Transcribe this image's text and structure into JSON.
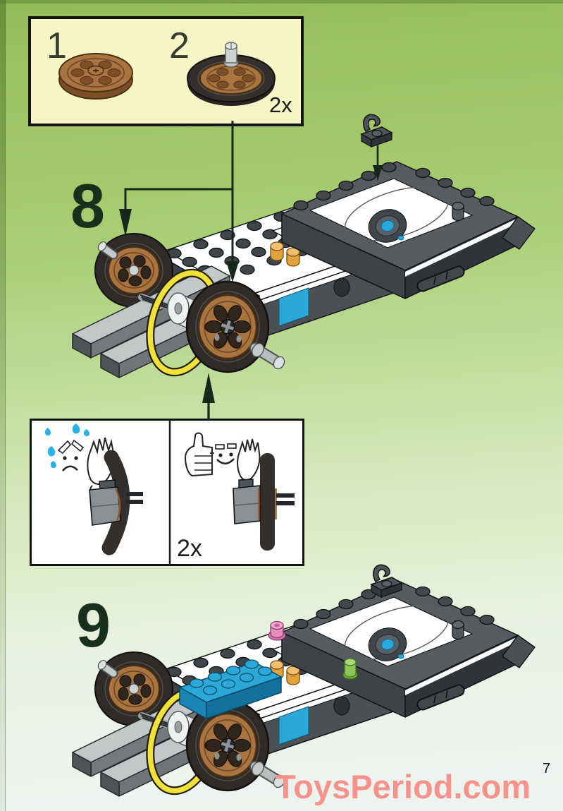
{
  "page": {
    "number": "7",
    "watermark": "ToysPeriod.com"
  },
  "parts_callout": {
    "parts": [
      {
        "label": "1",
        "name": "brown-pulley-wheel"
      },
      {
        "label": "2",
        "name": "pulley-wheel-with-tire-and-bush"
      }
    ],
    "quantity": "2x"
  },
  "steps": [
    {
      "number": "8",
      "figure": "chassis-with-wheels-band-and-hook-plate"
    },
    {
      "number": "9",
      "figure": "chassis-with-blue-brick-pink-and-green-round-plates"
    }
  ],
  "tip_box": {
    "quantity": "2x",
    "left_panel": "wrong-tire-mounting-sad-face",
    "right_panel": "correct-tire-mounting-happy-face"
  },
  "colors": {
    "background_top": "#9dc263",
    "background_bottom": "#eef3f0",
    "callout_background": "#f5f5c5",
    "step_number_green": "#16301b",
    "tire_black": "#2e2b28",
    "hub_brown": "#a9743f",
    "chassis_gray": "#565c60",
    "accent_cyan": "#2ba7d8",
    "band_yellow": "#f2e138",
    "round_plate_pink": "#e58ebd",
    "round_brick_green": "#8cc656",
    "cylinder_orange": "#e2a33c",
    "sweat_drop_blue": "#29b2e5",
    "watermark_salmon": "#f5928c"
  }
}
